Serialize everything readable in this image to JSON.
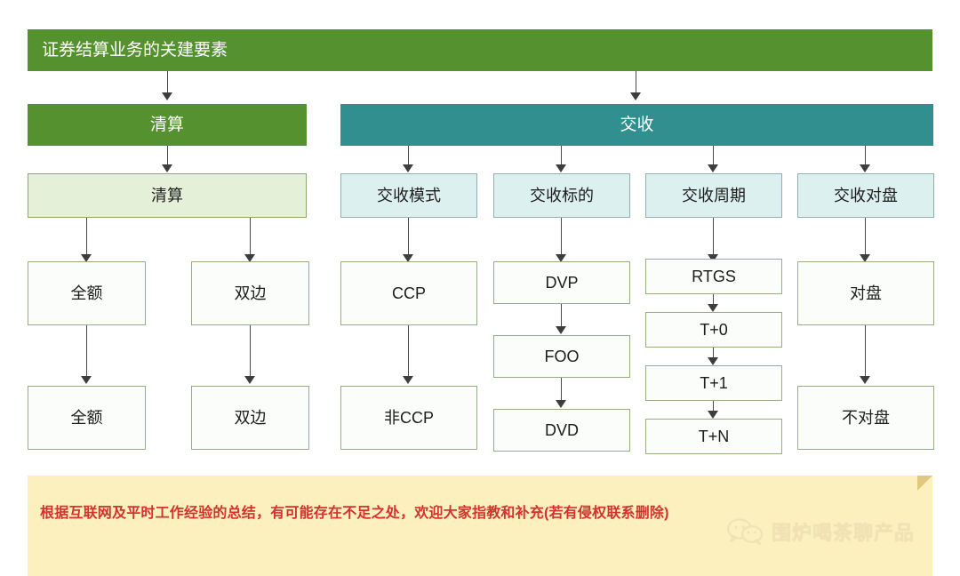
{
  "diagram": {
    "title": "证券结算业务的关建要素",
    "branches": [
      {
        "id": "clearing",
        "label": "清算",
        "color": "#55912f"
      },
      {
        "id": "settlement",
        "label": "交收",
        "color": "#31908f"
      }
    ],
    "categories": [
      {
        "id": "clearing-cat",
        "label": "清算",
        "style": "green"
      },
      {
        "id": "settle-mode",
        "label": "交收模式",
        "style": "teal"
      },
      {
        "id": "settle-target",
        "label": "交收标的",
        "style": "teal"
      },
      {
        "id": "settle-cycle",
        "label": "交收周期",
        "style": "teal"
      },
      {
        "id": "settle-matching",
        "label": "交收对盘",
        "style": "teal"
      }
    ],
    "leaves": {
      "clearing_full_1": "全额",
      "clearing_full_2": "全额",
      "clearing_bilateral_1": "双边",
      "clearing_bilateral_2": "双边",
      "mode_ccp": "CCP",
      "mode_non_ccp": "非CCP",
      "target_dvp": "DVP",
      "target_foo": "FOO",
      "target_dvd": "DVD",
      "cycle_rtgs": "RTGS",
      "cycle_t0": "T+0",
      "cycle_t1": "T+1",
      "cycle_tn": "T+N",
      "match_yes": "对盘",
      "match_no": "不对盘"
    }
  },
  "footer": {
    "note": "根据互联网及平时工作经验的总结，有可能存在不足之处，欢迎大家指教和补充(若有侵权联系删除)",
    "background": "#fcf0bf",
    "text_color": "#d4322c"
  },
  "credit": {
    "icon": "wechat-icon",
    "name": "围炉喝茶聊产品"
  },
  "palette": {
    "green": "#55912f",
    "teal": "#31908f",
    "light_green": "#e4f0d7",
    "light_teal": "#dcf0ef",
    "leaf_border": "#97ad83",
    "connector": "#4a4a4a"
  }
}
